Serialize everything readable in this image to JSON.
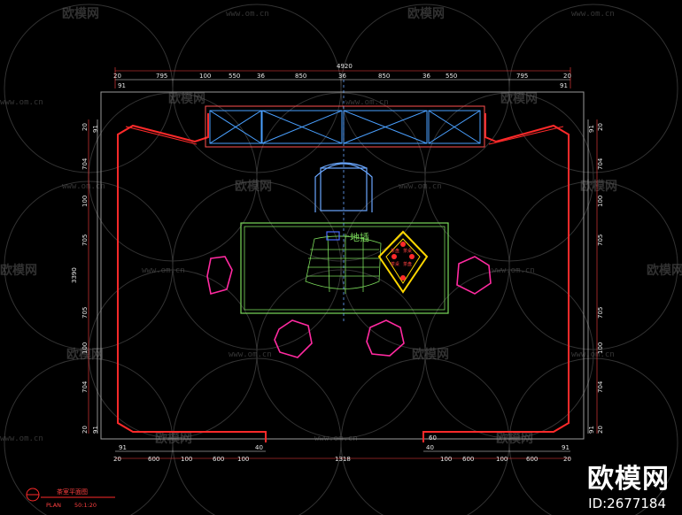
{
  "watermark": {
    "brand": "欧模网",
    "url": "www.om.cn"
  },
  "dims_top": {
    "total": "4920",
    "row": [
      "20",
      "795",
      "100",
      "550",
      "36",
      "850",
      "36",
      "850",
      "36",
      "550",
      "795",
      "20"
    ],
    "row_small": [
      "91",
      "91"
    ]
  },
  "dims_left": [
    "20",
    "91",
    "704",
    "100",
    "705",
    "3390",
    "705",
    "100",
    "704",
    "20",
    "91"
  ],
  "dims_bottom": {
    "left": [
      "91",
      "20",
      "600",
      "100",
      "600",
      "100",
      "40"
    ],
    "center": "1318",
    "right": [
      "40",
      "60",
      "100",
      "600",
      "100",
      "600",
      "20",
      "91"
    ]
  },
  "labels": {
    "floor_socket": "地插",
    "tea_table": "茶桌",
    "tea_a": "茶盘",
    "plan_title": "茶室平面图",
    "plan": "PLAN",
    "scale": "50:1:20"
  },
  "footer": {
    "brand": "欧模网",
    "id": "ID:2677184"
  },
  "colors": {
    "wall": "#ff2a2a",
    "desk": "#7ad95a",
    "chair": "#ff2aa0",
    "furniture": "#6aa7ff",
    "cabinet": "#4aa0ff",
    "dim": "#e8e8e8"
  }
}
